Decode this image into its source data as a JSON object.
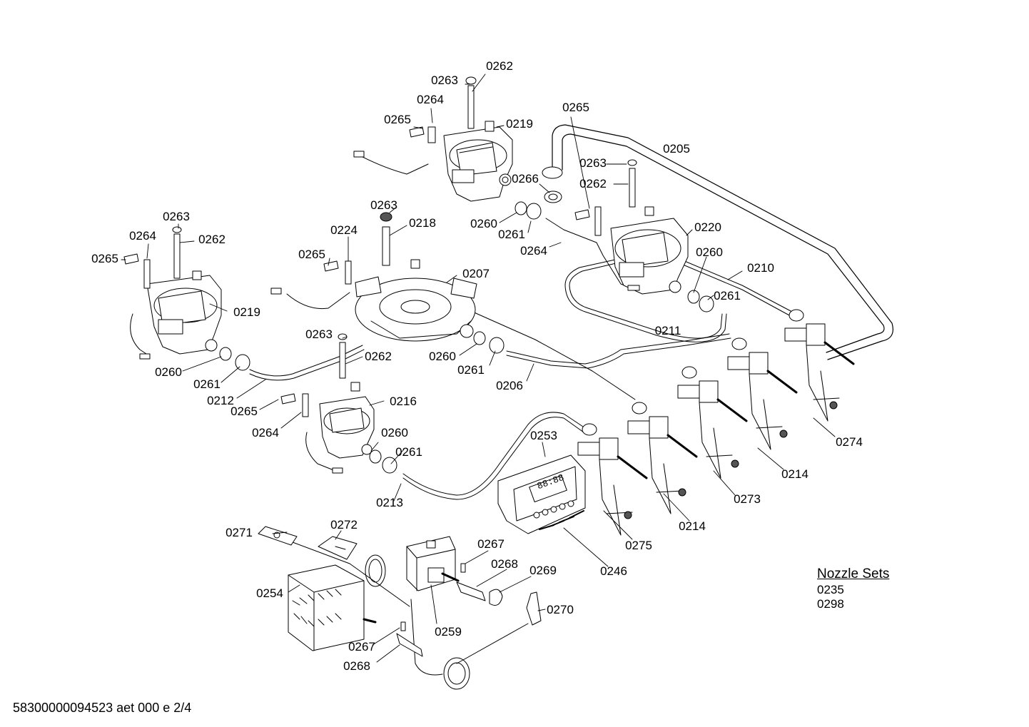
{
  "labels": {
    "l_0262_a": "0262",
    "l_0263_a": "0263",
    "l_0264_a": "0264",
    "l_0265_a": "0265",
    "l_0219_a": "0219",
    "l_0265_b": "0265",
    "l_0205": "0205",
    "l_0263_b": "0263",
    "l_0262_b": "0262",
    "l_0266": "0266",
    "l_0260_a": "0260",
    "l_0261_a": "0261",
    "l_0264_b": "0264",
    "l_0220": "0220",
    "l_0260_b": "0260",
    "l_0210": "0210",
    "l_0261_b": "0261",
    "l_0211": "0211",
    "l_0263_c": "0263",
    "l_0218": "0218",
    "l_0224": "0224",
    "l_0265_c": "0265",
    "l_0207": "0207",
    "l_0263_d": "0263",
    "l_0264_c": "0264",
    "l_0262_c": "0262",
    "l_0265_d": "0265",
    "l_0219_b": "0219",
    "l_0260_c": "0260",
    "l_0261_c": "0261",
    "l_0212": "0212",
    "l_0263_e": "0263",
    "l_0262_d": "0262",
    "l_0260_d": "0260",
    "l_0261_d": "0261",
    "l_0206": "0206",
    "l_0265_e": "0265",
    "l_0216": "0216",
    "l_0264_d": "0264",
    "l_0260_e": "0260",
    "l_0261_e": "0261",
    "l_0213": "0213",
    "l_0253": "0253",
    "l_0274": "0274",
    "l_0214_a": "0214",
    "l_0273": "0273",
    "l_0214_b": "0214",
    "l_0275": "0275",
    "l_0246": "0246",
    "l_0271": "0271",
    "l_0272": "0272",
    "l_0267_a": "0267",
    "l_0268_a": "0268",
    "l_0269": "0269",
    "l_0254": "0254",
    "l_0270": "0270",
    "l_0259": "0259",
    "l_0267_b": "0267",
    "l_0268_b": "0268"
  },
  "nozzle_sets": {
    "title": "Nozzle Sets",
    "items": [
      "0235",
      "0298"
    ]
  },
  "footer": {
    "code": "58300000094523 aet 000 e 2/4"
  },
  "display_digits": "88:88",
  "colors": {
    "line": "#000000",
    "fill": "#ffffff",
    "shade": "#cfcfcf",
    "dark": "#555555"
  }
}
